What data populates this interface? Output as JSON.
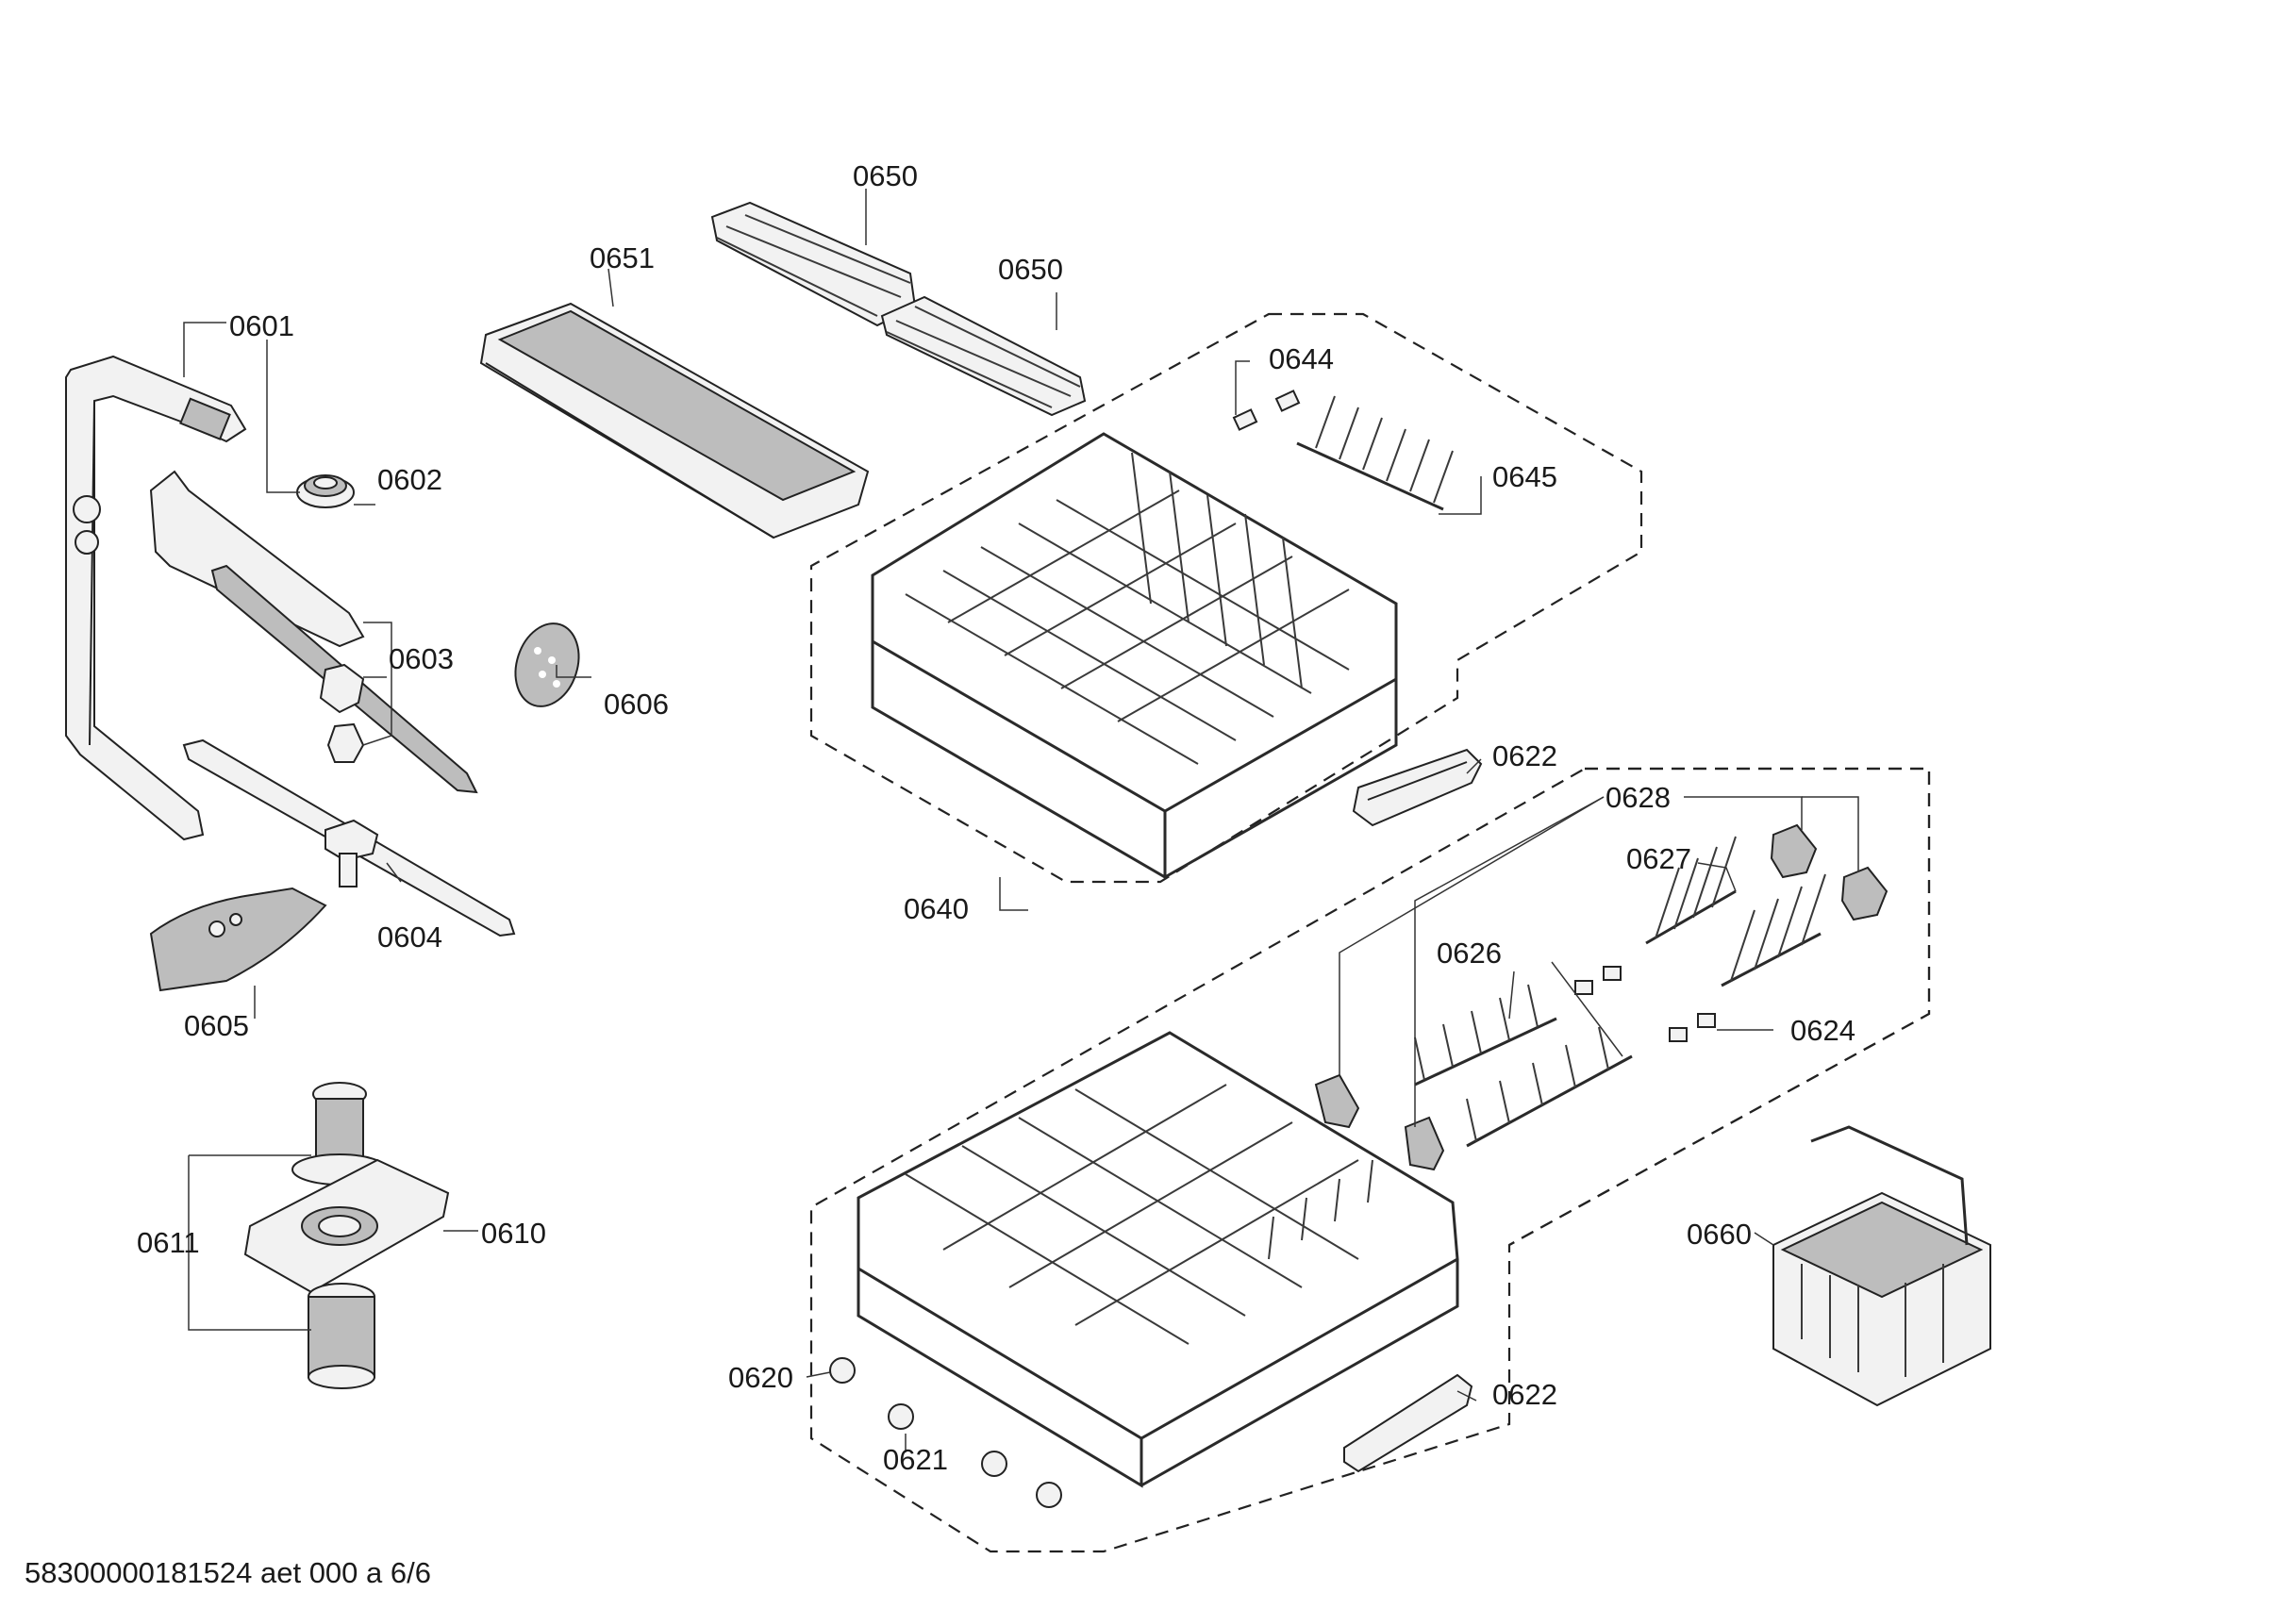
{
  "diagram": {
    "labels": {
      "p0601": "0601",
      "p0602": "0602",
      "p0603": "0603",
      "p0604": "0604",
      "p0605": "0605",
      "p0606": "0606",
      "p0610": "0610",
      "p0611": "0611",
      "p0620": "0620",
      "p0621": "0621",
      "p0622a": "0622",
      "p0622b": "0622",
      "p0624": "0624",
      "p0626": "0626",
      "p0627": "0627",
      "p0628": "0628",
      "p0640": "0640",
      "p0644": "0644",
      "p0645": "0645",
      "p0650a": "0650",
      "p0650b": "0650",
      "p0651": "0651",
      "p0660": "0660"
    },
    "footer": "58300000181524 aet 000 a 6/6"
  }
}
